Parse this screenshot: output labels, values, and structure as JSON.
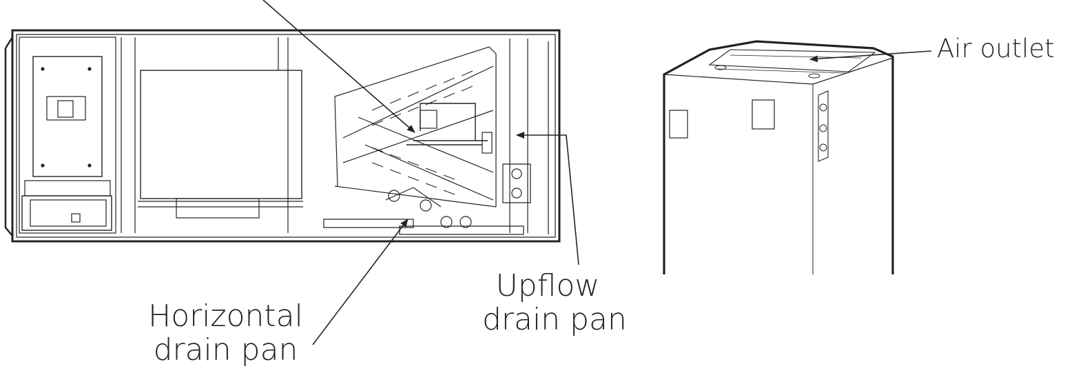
{
  "labels": {
    "air_outlet": "Air outlet",
    "upflow": {
      "line1": "Upflow",
      "line2": "drain pan"
    },
    "horizontal": {
      "line1": "Horizontal",
      "line2": "drain pan"
    }
  },
  "colors": {
    "line": "#222222",
    "background": "#ffffff"
  }
}
